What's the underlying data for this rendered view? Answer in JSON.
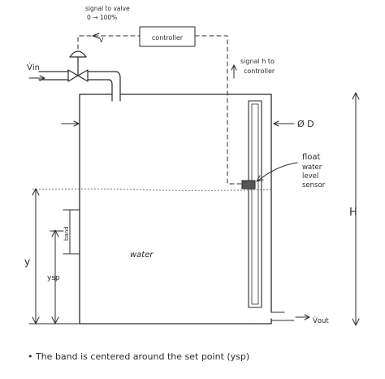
{
  "labels": {
    "signal_to_valve": "signal to valve",
    "valve_range": "0 → 100%",
    "valve_v": "V̇",
    "controller": "controller",
    "signal_h": "signal h to",
    "signal_h_2": "controller",
    "vin": "V̇in",
    "diameter": "Ø D",
    "float_1": "float",
    "float_2": "water",
    "float_3": "level",
    "float_4": "sensor",
    "band": "band",
    "water": "water",
    "y": "y",
    "ysp": "ysp",
    "H": "H",
    "vout": "V̇out",
    "note": "• The band is centered around the set point (ysp)"
  },
  "colors": {
    "ink": "#2b2b2b",
    "water_line": "#6f6f6f"
  }
}
